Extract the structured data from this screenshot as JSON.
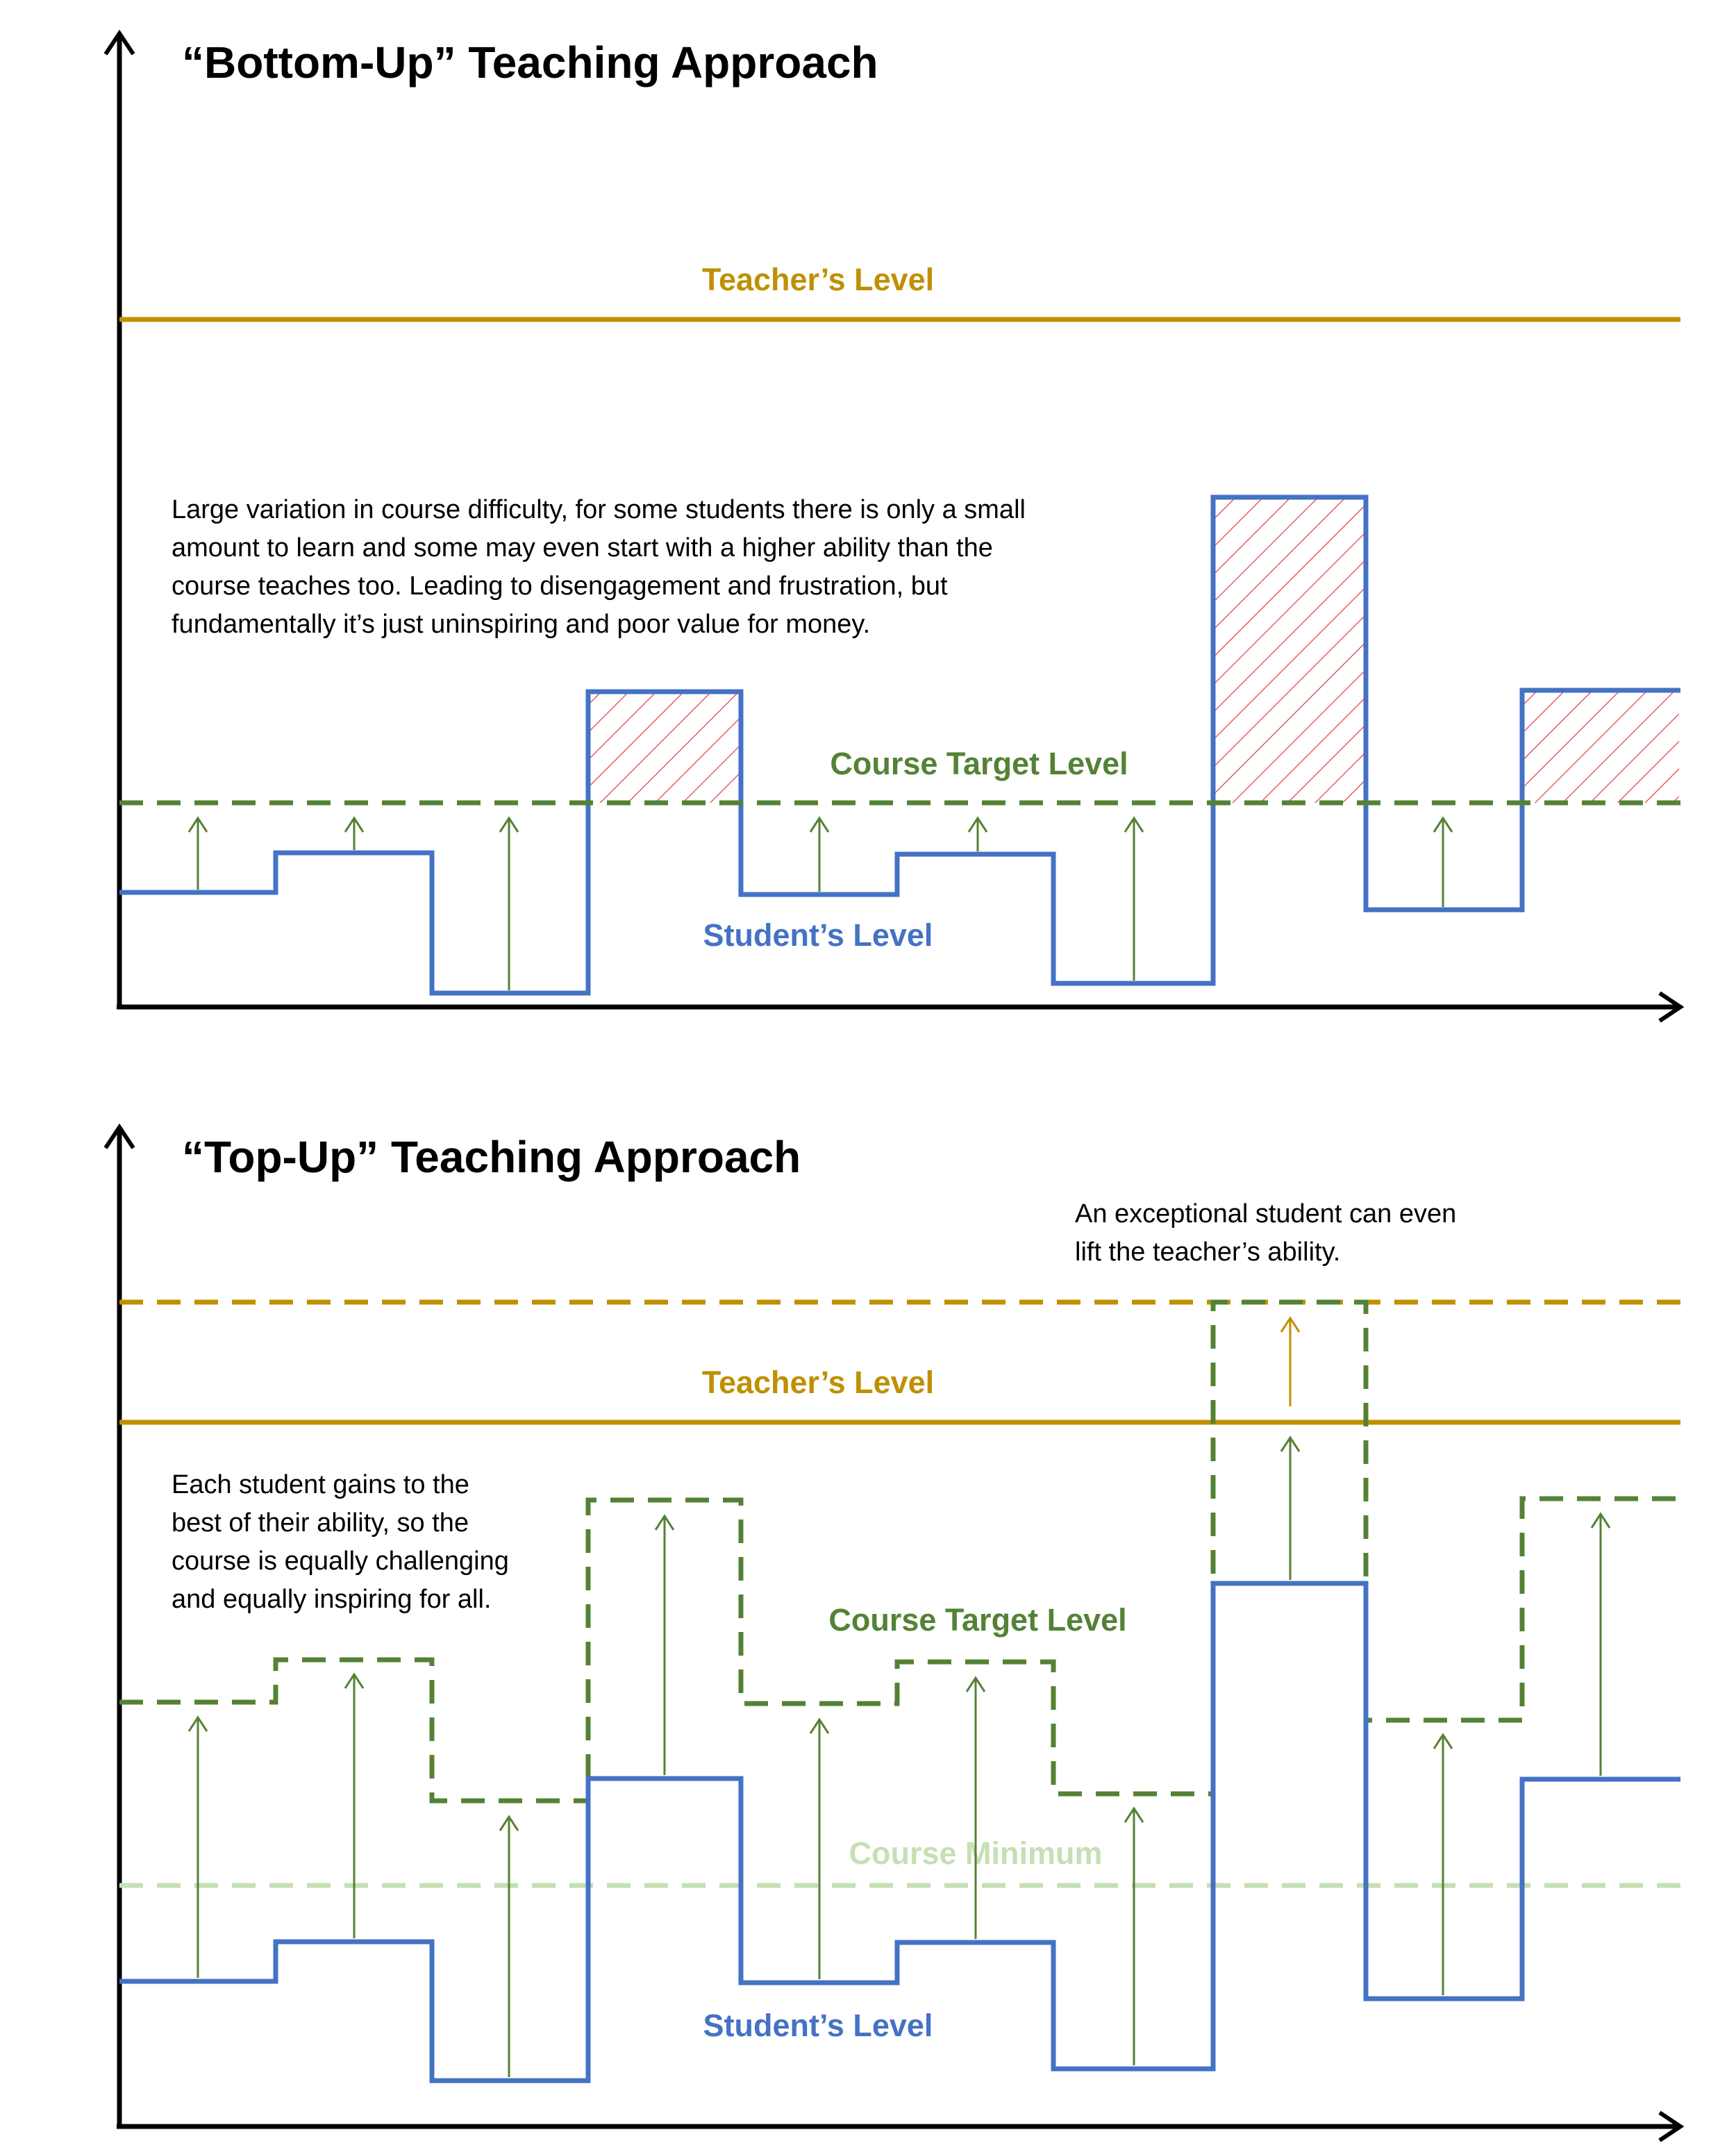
{
  "colors": {
    "axis": "#000000",
    "teacher": "#bf9000",
    "student": "#4472c4",
    "target": "#548235",
    "minimum": "#c5e0b4",
    "hatch": "#e04040"
  },
  "top_panel": {
    "title": "“Bottom-Up” Teaching Approach",
    "teacher_label": "Teacher’s Level",
    "target_label": "Course Target Level",
    "student_label": "Student’s Level",
    "note_lines": [
      "Large variation in course difficulty, for some students there is only a small",
      "amount to learn and some may even start with a higher ability than the",
      "course teaches too. Leading to disengagement and frustration, but",
      "fundamentally it’s just uninspiring and poor value for money."
    ]
  },
  "bottom_panel": {
    "title": "“Top-Up” Teaching Approach",
    "exceptional_note_lines": [
      "An exceptional student can even",
      "lift the teacher’s ability."
    ],
    "teacher_label": "Teacher’s Level",
    "note_lines": [
      "Each student gains to the",
      "best of their ability, so the",
      "course is equally challenging",
      "and equally inspiring for all."
    ],
    "target_label": "Course Target Level",
    "minimum_label": "Course Minimum",
    "student_label": "Student’s Level"
  }
}
